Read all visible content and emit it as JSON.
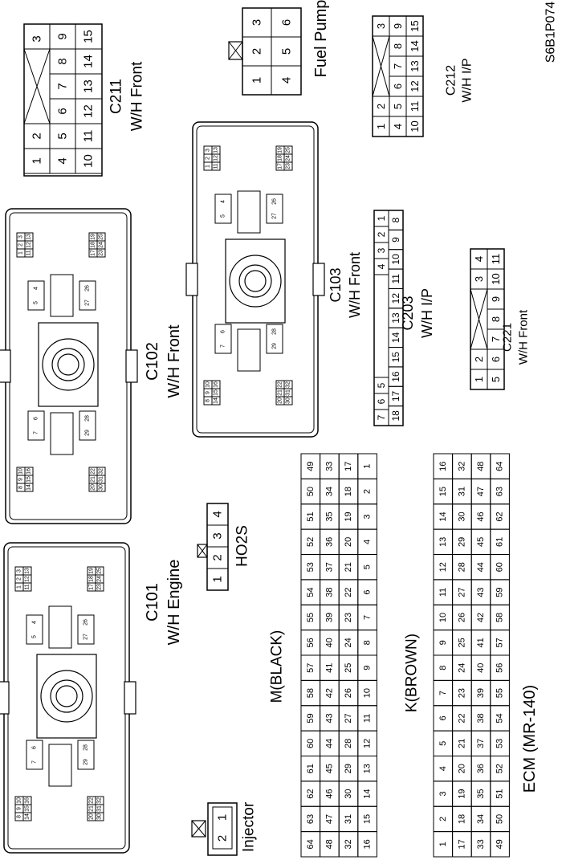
{
  "figure_code": "S6B1P074",
  "connectors": [
    {
      "id": "c211",
      "name": "C211",
      "sub": "W/H Front",
      "rows": [
        [
          "1",
          "2",
          "",
          "3"
        ],
        [
          "4",
          "5",
          "6",
          "7",
          "8",
          "9"
        ],
        [
          "10",
          "11",
          "12",
          "13",
          "14",
          "15"
        ]
      ]
    },
    {
      "id": "fuelpump",
      "name": "Fuel Pump",
      "sub": "",
      "rows": [
        [
          "1",
          "2",
          "3"
        ],
        [
          "4",
          "5",
          "6"
        ]
      ]
    },
    {
      "id": "c212",
      "name": "C212",
      "sub": "W/H I/P",
      "rows": [
        [
          "1",
          "2",
          "",
          "3"
        ],
        [
          "4",
          "5",
          "6",
          "7",
          "8",
          "9"
        ],
        [
          "10",
          "11",
          "12",
          "13",
          "14",
          "15"
        ]
      ]
    },
    {
      "id": "c102",
      "name": "C102",
      "sub": "W/H Front"
    },
    {
      "id": "c103",
      "name": "C103",
      "sub": "W/H Front",
      "rows": [
        [
          "7",
          "6",
          "5",
          "",
          "4",
          "3",
          "2",
          "1"
        ],
        [
          "18",
          "17",
          "16",
          "15",
          "14",
          "13",
          "12",
          "11",
          "10",
          "9",
          "8"
        ]
      ]
    },
    {
      "id": "c203",
      "name": "C203",
      "sub": "W/H I/P"
    },
    {
      "id": "c221",
      "name": "C221",
      "sub": "W/H Front",
      "rows": [
        [
          "1",
          "2",
          "",
          "3",
          "4"
        ],
        [
          "5",
          "6",
          "7",
          "8",
          "9",
          "10",
          "11"
        ]
      ]
    },
    {
      "id": "ho2s",
      "name": "HO2S",
      "sub": "",
      "rows": [
        [
          "1",
          "2",
          "3",
          "4"
        ]
      ]
    },
    {
      "id": "c101",
      "name": "C101",
      "sub": "W/H Engine"
    },
    {
      "id": "injector",
      "name": "Injector",
      "sub": "",
      "rows": [
        [
          "2",
          "1"
        ]
      ]
    }
  ],
  "block_pins": {
    "top_right_a": [
      "3",
      "2",
      "1"
    ],
    "top_right_b": [
      "13",
      "12",
      "11"
    ],
    "top_left_a": [
      "10",
      "9",
      "8"
    ],
    "top_left_b": [
      "16",
      "15",
      "14"
    ],
    "bot_right_a": [
      "19",
      "18",
      "17"
    ],
    "bot_right_b": [
      "25",
      "24",
      "23"
    ],
    "bot_left_a": [
      "22",
      "21",
      "20"
    ],
    "bot_left_b": [
      "32",
      "31",
      "30"
    ],
    "c_upper": [
      "5",
      "4"
    ],
    "c_left": [
      "7",
      "6"
    ],
    "c_lower": [
      "27",
      "26"
    ],
    "c_lower2": [
      "29",
      "28"
    ]
  },
  "ecm": {
    "title": "ECM (MR-140)",
    "m_label": "M(BLACK)",
    "k_label": "K(BROWN)",
    "m_rows": [
      [
        "64",
        "63",
        "62",
        "61",
        "60",
        "59",
        "58",
        "57",
        "56",
        "55",
        "54",
        "53",
        "52",
        "51",
        "50",
        "49"
      ],
      [
        "48",
        "47",
        "46",
        "45",
        "44",
        "43",
        "42",
        "41",
        "40",
        "39",
        "38",
        "37",
        "36",
        "35",
        "34",
        "33"
      ],
      [
        "32",
        "31",
        "30",
        "29",
        "28",
        "27",
        "26",
        "25",
        "24",
        "23",
        "22",
        "21",
        "20",
        "19",
        "18",
        "17"
      ],
      [
        "16",
        "15",
        "14",
        "13",
        "12",
        "11",
        "10",
        "9",
        "8",
        "7",
        "6",
        "5",
        "4",
        "3",
        "2",
        "1"
      ]
    ],
    "k_rows": [
      [
        "1",
        "2",
        "3",
        "4",
        "5",
        "6",
        "7",
        "8",
        "9",
        "10",
        "11",
        "12",
        "13",
        "14",
        "15",
        "16"
      ],
      [
        "17",
        "18",
        "19",
        "20",
        "21",
        "22",
        "23",
        "24",
        "25",
        "26",
        "27",
        "28",
        "29",
        "30",
        "31",
        "32"
      ],
      [
        "33",
        "34",
        "35",
        "36",
        "37",
        "38",
        "39",
        "40",
        "41",
        "42",
        "43",
        "44",
        "45",
        "46",
        "47",
        "48"
      ],
      [
        "49",
        "50",
        "51",
        "52",
        "53",
        "54",
        "55",
        "56",
        "57",
        "58",
        "59",
        "60",
        "61",
        "62",
        "63",
        "64"
      ]
    ]
  }
}
